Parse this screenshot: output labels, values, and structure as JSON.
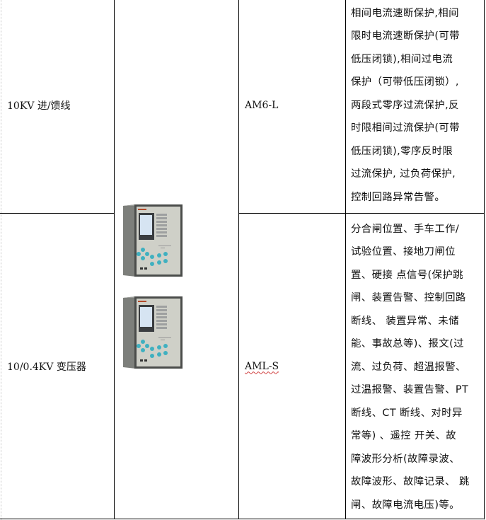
{
  "table": {
    "rows": [
      {
        "application": "10KV 进/馈线",
        "model": "AM6-L",
        "model_spellcheck_flag": false,
        "functions_lines": [
          "相间电流速断保护,相间",
          "限时电流速断保护(可带",
          "低压闭锁),相间过电流",
          "保护（可带低压闭锁）,",
          "两段式零序过流保护,反",
          "时限相间过流保护(可带",
          "低压闭锁),零序反时限",
          "过流保护, 过负荷保护,",
          "控制回路异常告警。"
        ]
      },
      {
        "application": "10/0.4KV 变压器",
        "model": "AML-S",
        "model_spellcheck_flag": true,
        "functions_lines": [
          "分合闸位置、手车工作/",
          "试验位置、接地刀闸位",
          "置、硬接 点信号(保护跳",
          "闸、装置告警、控制回路",
          "断线、 装置异常、未储",
          "能、事故总等)、报文(过",
          "流、过负荷、超温报警、",
          "过温报警、装置告警、PT",
          "断线、CT 断线、对时异",
          "常等) 、遥控 开关、故",
          "障波形分析(故障录波、",
          "故障波形、故障记录、 跳",
          "闸、故障电流电压)等。"
        ]
      }
    ],
    "shared_image": {
      "description": "protection relay device photos",
      "count": 2,
      "colors": {
        "panel": "#c9cbc4",
        "side": "#7f817d",
        "screen": "#c8dcef",
        "keys": "#3fb0c0",
        "indicator": "#b24a2a"
      }
    }
  }
}
